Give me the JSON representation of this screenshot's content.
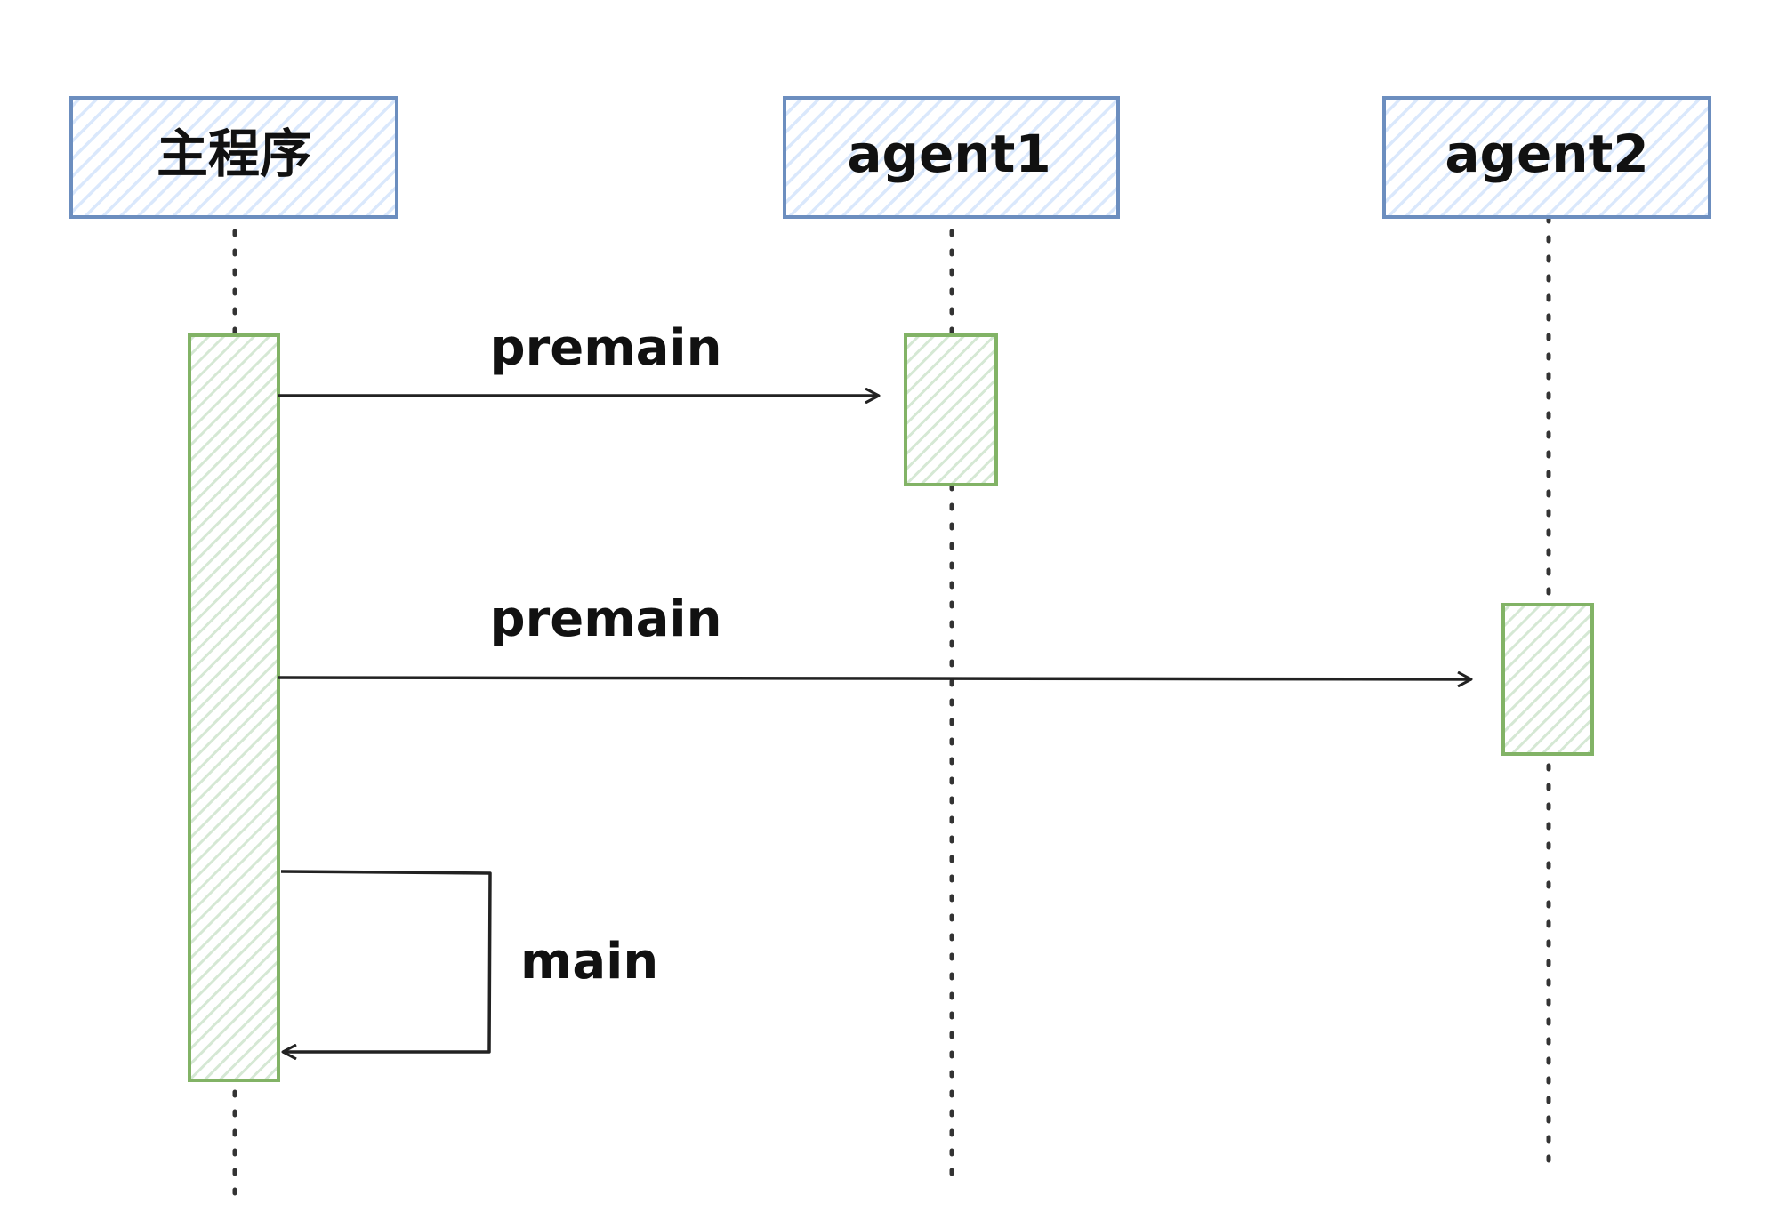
{
  "participants": [
    {
      "id": "main",
      "label": "主程序"
    },
    {
      "id": "agent1",
      "label": "agent1"
    },
    {
      "id": "agent2",
      "label": "agent2"
    }
  ],
  "messages": [
    {
      "label": "premain",
      "from": "主程序",
      "to": "agent1"
    },
    {
      "label": "premain",
      "from": "主程序",
      "to": "agent2"
    },
    {
      "label": "main",
      "from": "主程序",
      "to": "主程序"
    }
  ],
  "colors": {
    "participant_fill": "#dae8fc",
    "participant_stroke": "#6c8ebf",
    "activation_fill": "#d5e8d4",
    "activation_stroke": "#82b366",
    "arrow": "#222222",
    "lifeline": "#333333"
  }
}
